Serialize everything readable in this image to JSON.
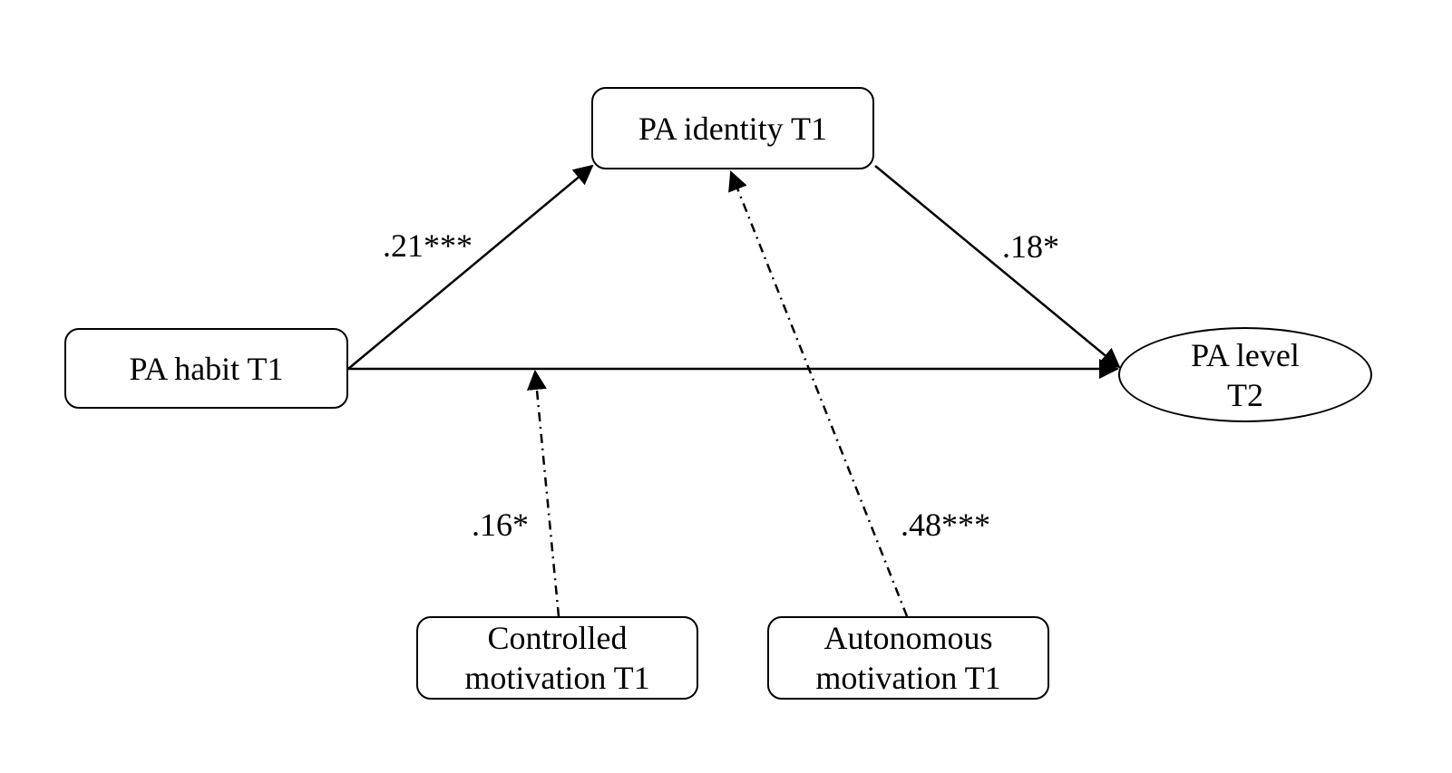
{
  "nodes": {
    "pa_identity": {
      "label": "PA identity T1"
    },
    "pa_habit": {
      "label": "PA habit T1"
    },
    "pa_level": {
      "line1": "PA level",
      "line2": "T2"
    },
    "controlled": {
      "line1": "Controlled",
      "line2": "motivation T1"
    },
    "autonomous": {
      "line1": "Autonomous",
      "line2": "motivation T1"
    }
  },
  "paths": {
    "habit_to_identity": ".21***",
    "identity_to_level": ".18*",
    "controlled_moderation": ".16*",
    "autonomous_moderation": ".48***"
  },
  "colors": {
    "stroke": "#000000",
    "background": "#ffffff"
  }
}
